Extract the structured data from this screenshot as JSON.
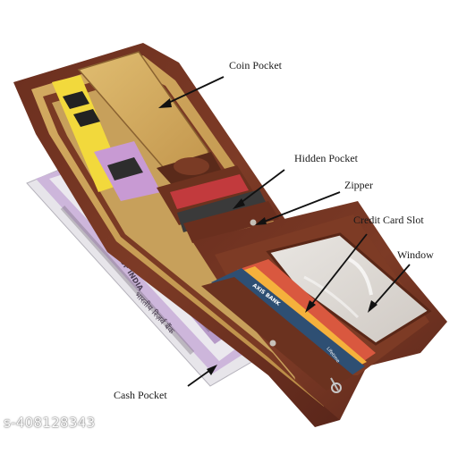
{
  "labels": {
    "coin_pocket": "Coin Pocket",
    "hidden_pocket": "Hidden Pocket",
    "zipper": "Zipper",
    "credit_card_slot": "Credit Card Slot",
    "window": "Window",
    "cash_pocket": "Cash Pocket"
  },
  "watermark_id": "s-408128343",
  "note_text": {
    "line1": "RESERVE BANK OF INDIA",
    "line2": "भारतीय रिज़र्व बैंक"
  },
  "card_text": {
    "bank": "AXIS BANK",
    "line": "Lifetime"
  },
  "colors": {
    "leather_dark": "#5a2a1c",
    "leather_mid": "#7a3b25",
    "leather_light": "#8f4a2f",
    "lining": "#c9a15a",
    "coin_flap": "#d7b164",
    "card_blue": "#2e4f73",
    "note_purple": "#b79ac8"
  }
}
